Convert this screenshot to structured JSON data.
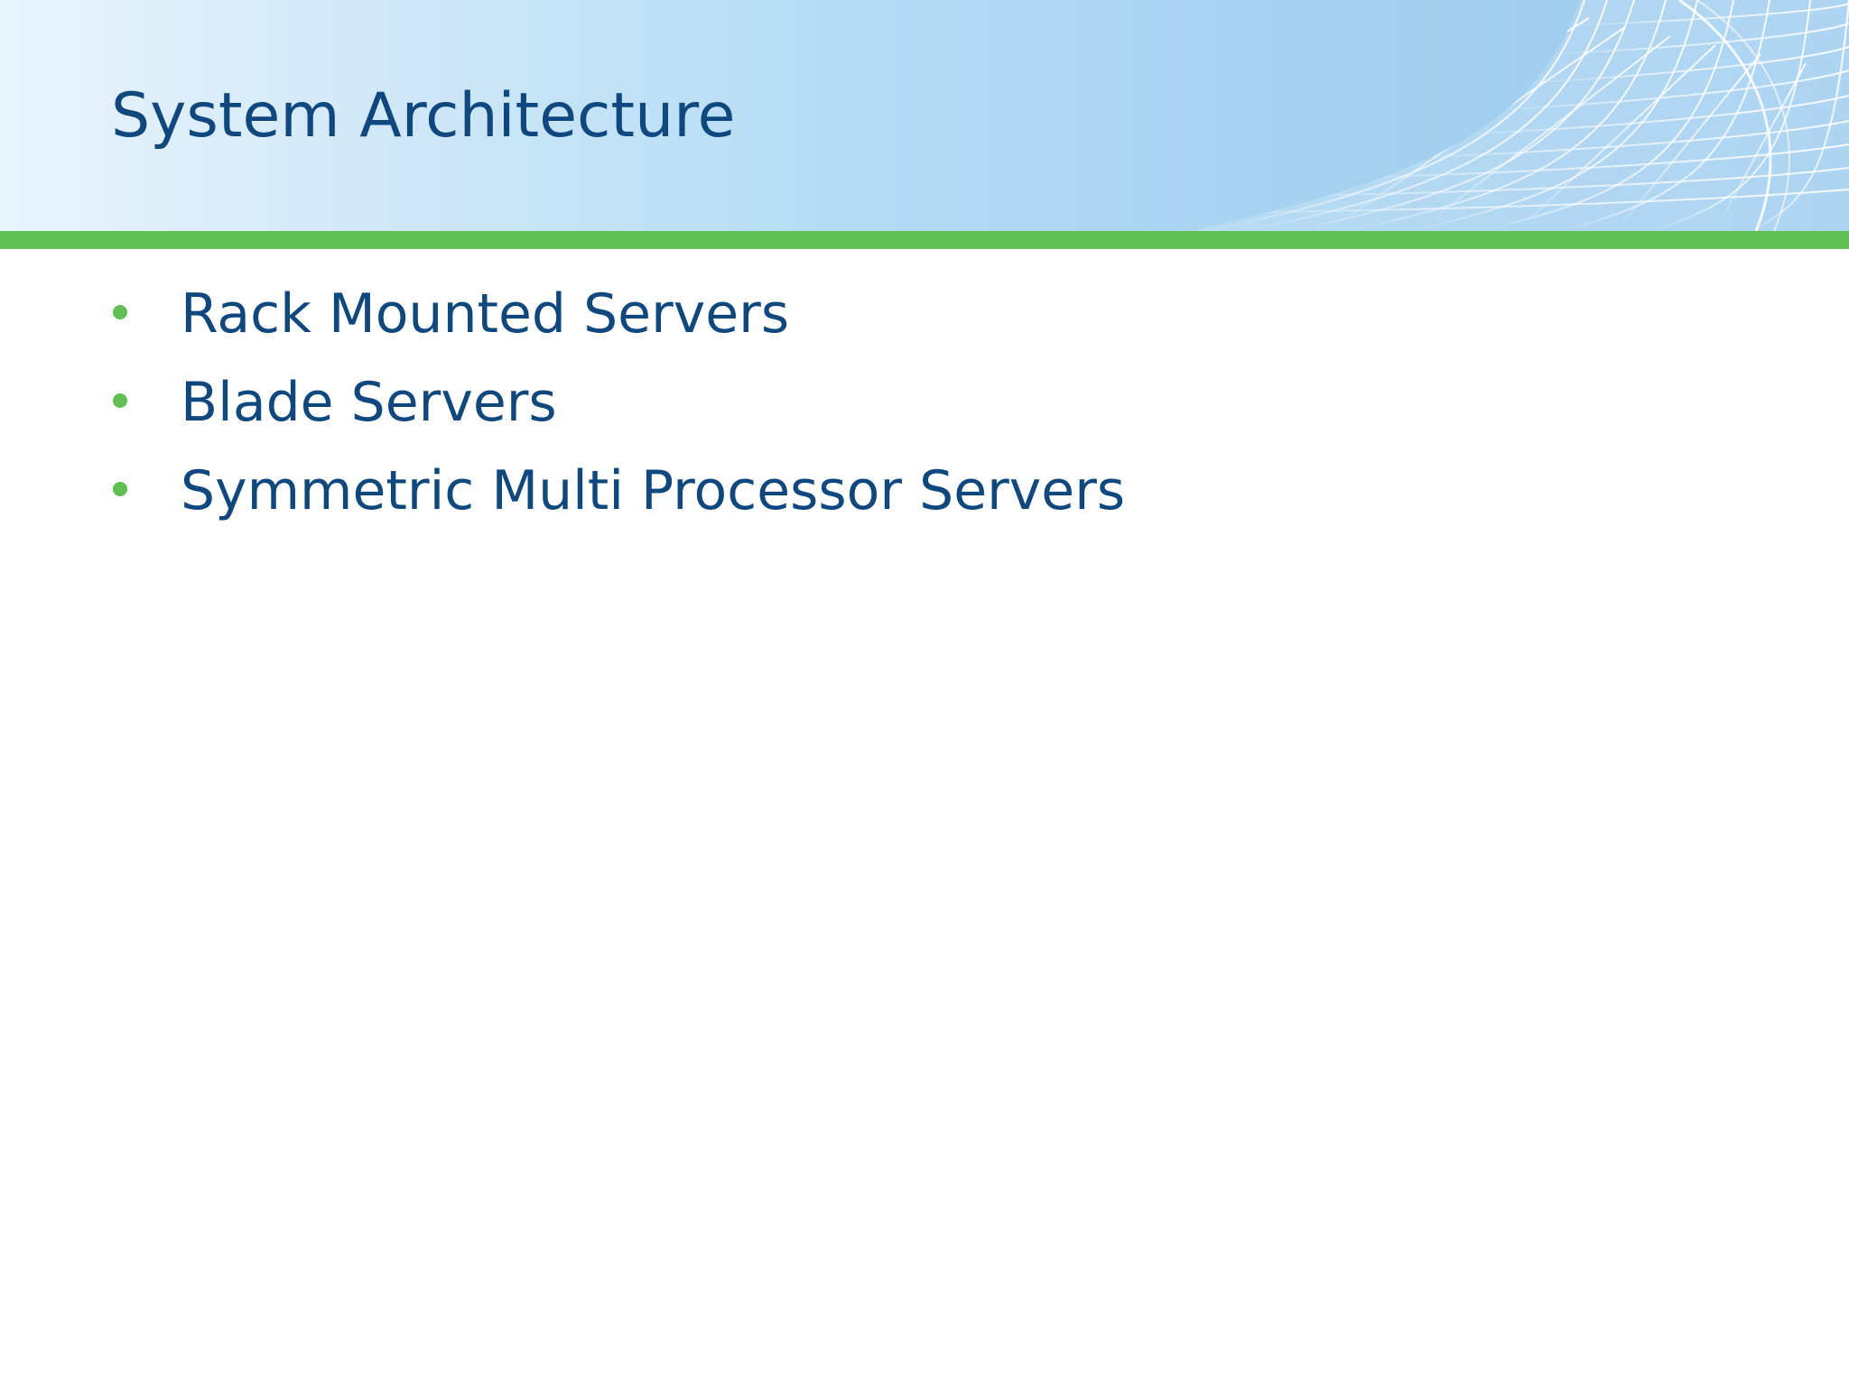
{
  "slide": {
    "title": "System Architecture",
    "bullets": [
      "Rack Mounted Servers",
      "Blade Servers",
      "Symmetric Multi Processor Servers"
    ]
  },
  "colors": {
    "title_text": "#0f477f",
    "accent_bar": "#5fbf52",
    "bullet_marker": "#5fbf52",
    "header_gradient_light": "#e8f4fc",
    "header_gradient_dark": "#9ccbee"
  },
  "icons": {
    "bullet": "filled-circle",
    "header_art": "wireframe-mesh-swoosh"
  }
}
